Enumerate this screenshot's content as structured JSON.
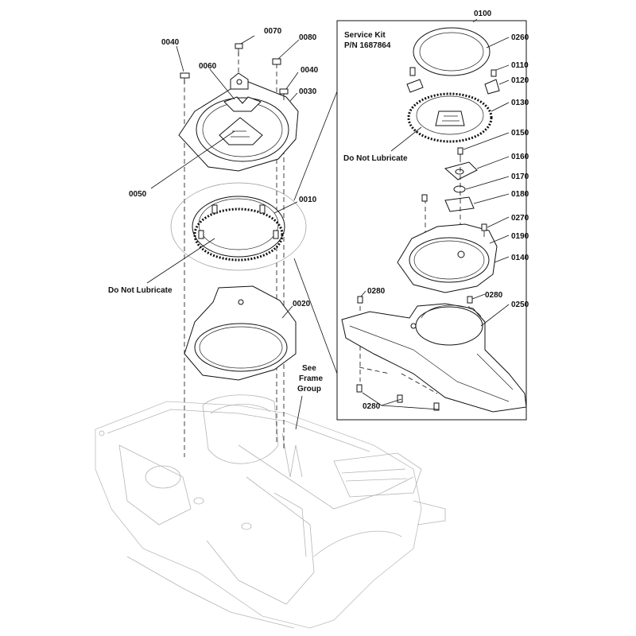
{
  "callouts": {
    "p0010": "0010",
    "p0020": "0020",
    "p0030": "0030",
    "p0040a": "0040",
    "p0040b": "0040",
    "p0050": "0050",
    "p0060": "0060",
    "p0070": "0070",
    "p0080": "0080",
    "p0100": "0100",
    "p0110": "0110",
    "p0120": "0120",
    "p0130": "0130",
    "p0140": "0140",
    "p0150": "0150",
    "p0160": "0160",
    "p0170": "0170",
    "p0180": "0180",
    "p0190": "0190",
    "p0250": "0250",
    "p0260": "0260",
    "p0270": "0270",
    "p0280a": "0280",
    "p0280b": "0280",
    "p0280c": "0280"
  },
  "notes": {
    "do_not_lubricate_left": "Do Not Lubricate",
    "do_not_lubricate_right": "Do Not Lubricate",
    "service_kit_line1": "Service Kit",
    "service_kit_line2": "P/N 1687864",
    "see_frame_line1": "See",
    "see_frame_line2": "Frame",
    "see_frame_line3": "Group"
  }
}
